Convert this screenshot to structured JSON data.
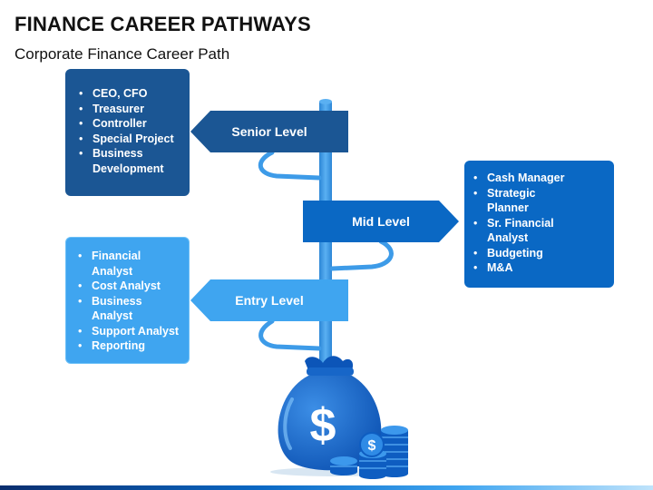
{
  "header": {
    "title": "FINANCE CAREER PATHWAYS",
    "subtitle": "Corporate Finance Career Path"
  },
  "signs": {
    "senior": "Senior Level",
    "mid": "Mid Level",
    "entry": "Entry Level"
  },
  "boxes": {
    "senior": [
      "CEO, CFO",
      "Treasurer",
      "Controller",
      "Special Project",
      "Business Development"
    ],
    "mid": [
      "Cash Manager",
      "Strategic Planner",
      "Sr. Financial Analyst",
      "Budgeting",
      "M&A"
    ],
    "entry": [
      "Financial Analyst",
      "Cost Analyst",
      "Business Analyst",
      "Support Analyst",
      "Reporting"
    ]
  },
  "money_bag_symbol": "$",
  "coin_symbol": "$",
  "colors": {
    "senior": "#1B5694",
    "mid": "#0A68C4",
    "entry": "#3FA5F0",
    "pole": "#3F9BE8"
  },
  "icons": [
    "money-bag-icon",
    "coin-stack-icon"
  ]
}
